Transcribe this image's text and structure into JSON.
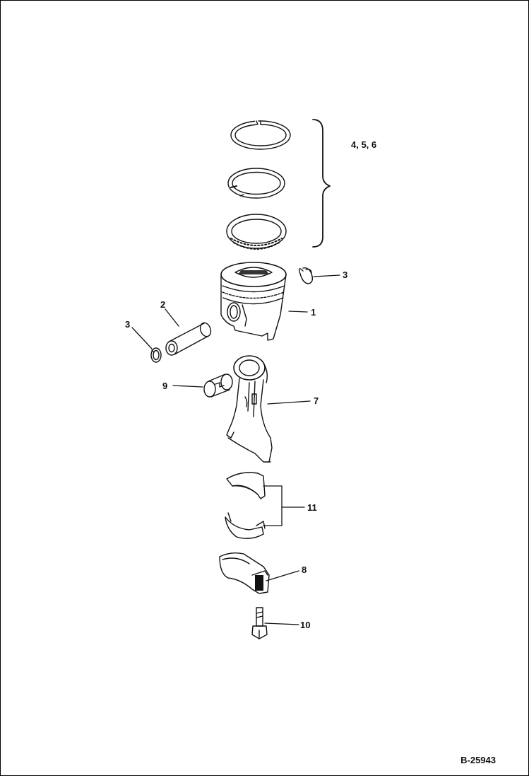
{
  "diagram": {
    "reference_number": "B-25943",
    "parts": [
      {
        "id": "piston",
        "label": "1"
      },
      {
        "id": "piston-pin",
        "label": "2"
      },
      {
        "id": "snap-ring-right",
        "label": "3"
      },
      {
        "id": "snap-ring-left",
        "label": "3"
      },
      {
        "id": "piston-ring-set",
        "label": "4, 5, 6"
      },
      {
        "id": "connecting-rod",
        "label": "7"
      },
      {
        "id": "rod-cap",
        "label": "8"
      },
      {
        "id": "small-end-bushing",
        "label": "9"
      },
      {
        "id": "cap-bolt",
        "label": "10"
      },
      {
        "id": "bearing-shells",
        "label": "11"
      }
    ]
  }
}
